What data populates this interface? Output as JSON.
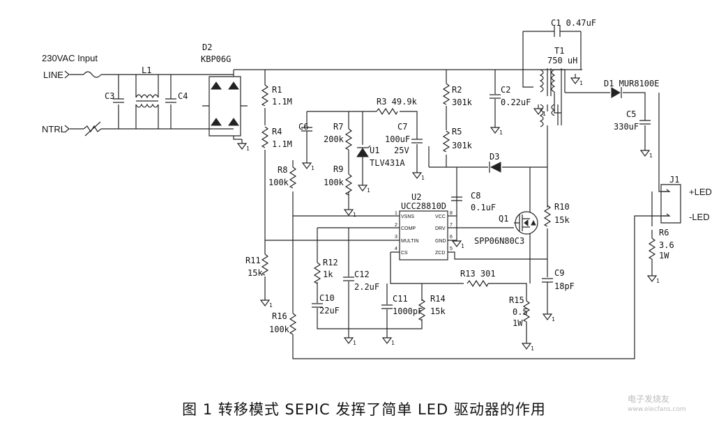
{
  "input": {
    "title": "230VAC Input",
    "line": "LINE",
    "neutral": "NTRL"
  },
  "labels": {
    "L1": "L1",
    "C3": "C3",
    "C4": "C4",
    "D2": "D2",
    "D2v": "KBP06G",
    "R1": "R1",
    "R1v": "1.1M",
    "R4": "R4",
    "R4v": "1.1M",
    "R8": "R8",
    "R8v": "100k",
    "R11": "R11",
    "R11v": "15k",
    "R16": "R16",
    "R16v": "100k",
    "C6": "C6",
    "R7": "R7",
    "R7v": "200k",
    "R9": "R9",
    "R9v": "100k",
    "U1": "U1",
    "U1v": "TLV431A",
    "R3": "R3 49.9k",
    "C7": "C7",
    "C7v": "100uF",
    "C7v2": "25V",
    "R2": "R2",
    "R2v": "301k",
    "R5": "R5",
    "R5v": "301k",
    "C2": "C2",
    "C2v": "0.22uF",
    "D3": "D3",
    "C1": "C1 0.47uF",
    "T1": "T1",
    "T1v": "750 uH",
    "D1": "D1 MUR8100E",
    "C5": "C5",
    "C5v": "330uF",
    "J1": "J1",
    "Jp": "+LED",
    "Jn": "-LED",
    "R6": "R6",
    "R6v": "3.6",
    "R6w": "1W",
    "U2": "U2",
    "U2v": "UCC28810D",
    "C8": "C8",
    "C8v": "0.1uF",
    "Q1": "Q1",
    "Q1v": "SPP06N80C3",
    "R10": "R10",
    "R10v": "15k",
    "C9": "C9",
    "C9v": "18pF",
    "R12": "R12",
    "R12v": "1k",
    "C12": "C12",
    "C12v": "2.2uF",
    "C10": "C10",
    "C10v": "22uF",
    "C11": "C11",
    "C11v": "1000pF",
    "R14": "R14",
    "R14v": "15k",
    "R13": "R13 301",
    "R15": "R15",
    "R15v": "0.5",
    "R15w": "1W"
  },
  "u2_pins": {
    "left": [
      {
        "n": "1",
        "name": "VSNS"
      },
      {
        "n": "2",
        "name": "COMP"
      },
      {
        "n": "3",
        "name": "MULTIN"
      },
      {
        "n": "4",
        "name": "CS"
      }
    ],
    "right": [
      {
        "n": "8",
        "name": "VCC"
      },
      {
        "n": "7",
        "name": "DRV"
      },
      {
        "n": "6",
        "name": "GND"
      },
      {
        "n": "5",
        "name": "ZCD"
      }
    ]
  },
  "caption": "图 1 转移模式 SEPIC 发挥了简单 LED 驱动器的作用",
  "watermark": {
    "name": "电子发烧友",
    "site": "www.elecfans.com"
  }
}
